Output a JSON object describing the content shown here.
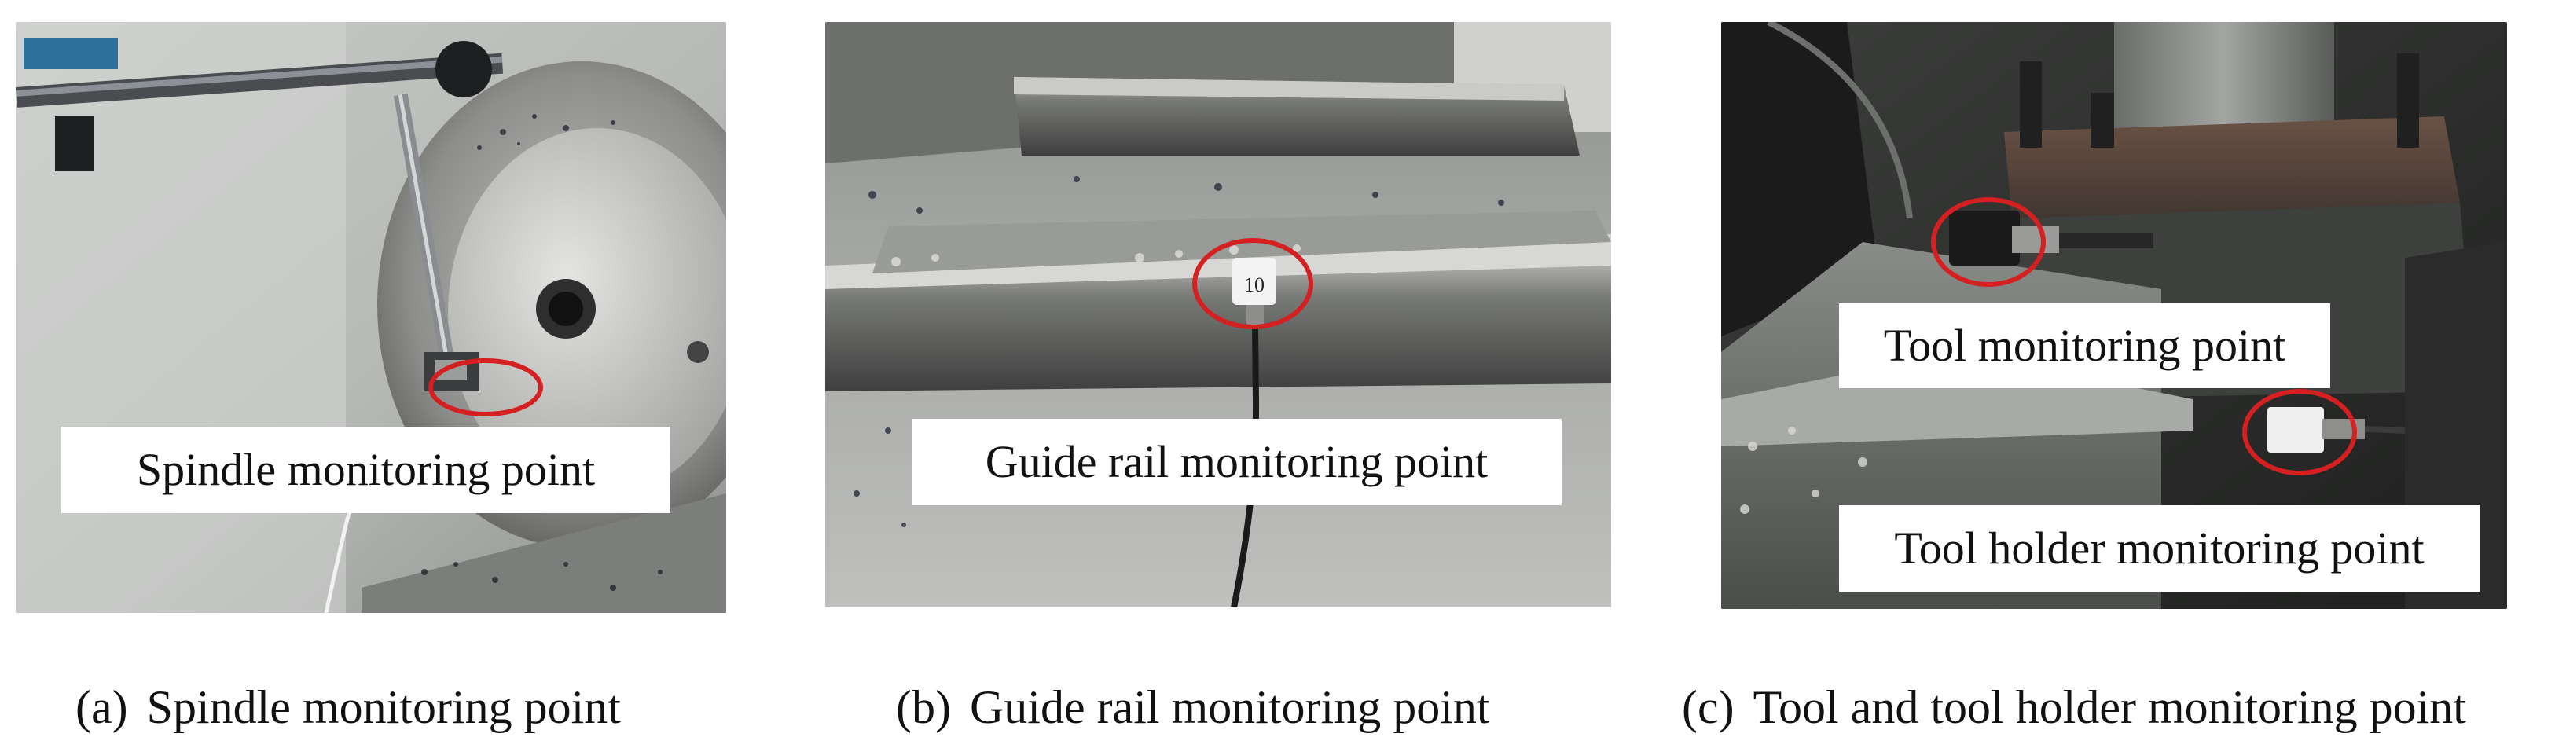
{
  "panels": {
    "a": {
      "overlay_label": "Spindle monitoring point",
      "caption_tag": "(a)",
      "caption_text": "Spindle monitoring point"
    },
    "b": {
      "overlay_label": "Guide rail monitoring point",
      "sensor_tag_text": "10",
      "caption_tag": "(b)",
      "caption_text": "Guide rail monitoring point"
    },
    "c": {
      "overlay_label_tool": "Tool monitoring point",
      "overlay_label_holder": "Tool holder monitoring point",
      "caption_tag": "(c)",
      "caption_text": "Tool and tool holder monitoring point"
    }
  },
  "colors": {
    "highlight_ring": "#d42020",
    "label_background": "#ffffff",
    "text": "#111111"
  }
}
